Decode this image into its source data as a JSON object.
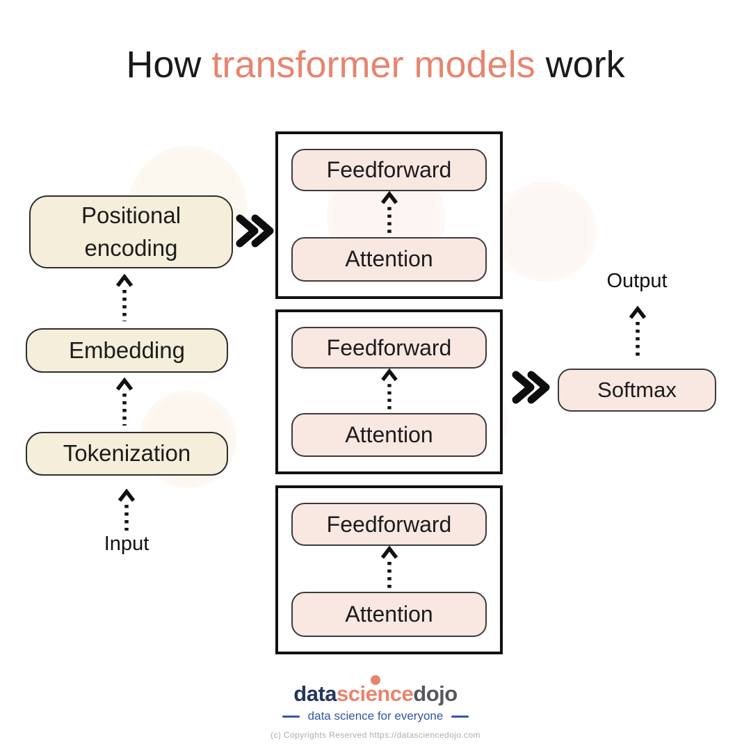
{
  "title": {
    "prefix": "How ",
    "highlight": "transformer models",
    "suffix": " work"
  },
  "colors": {
    "accent_coral": "#E8846E",
    "cream_box_fill": "#F4EEDA",
    "pink_box_fill": "#F9E7E2",
    "block_border": "#111111",
    "logo_navy": "#23365E",
    "logo_gray": "#56575B",
    "tagline_blue": "#2F55A4"
  },
  "pipeline": {
    "input_label": "Input",
    "stages": [
      {
        "label": "Tokenization"
      },
      {
        "label": "Embedding"
      },
      {
        "label": "Positional encoding"
      }
    ]
  },
  "encoder_stack": {
    "blocks": [
      {
        "top": "Feedforward",
        "bottom": "Attention"
      },
      {
        "top": "Feedforward",
        "bottom": "Attention"
      },
      {
        "top": "Feedforward",
        "bottom": "Attention"
      }
    ]
  },
  "output": {
    "softmax_label": "Softmax",
    "output_label": "Output"
  },
  "icons": {
    "double_chevron_right": "fast-forward double chevron",
    "dotted_arrow_up": "dotted upward arrow"
  },
  "footer": {
    "logo": {
      "part1": "data",
      "part2": "science",
      "part3": "dojo",
      "tagline": "data science for everyone"
    },
    "copyright": "(c) Copyrights Reserved  https://datasciencedojo.com"
  }
}
